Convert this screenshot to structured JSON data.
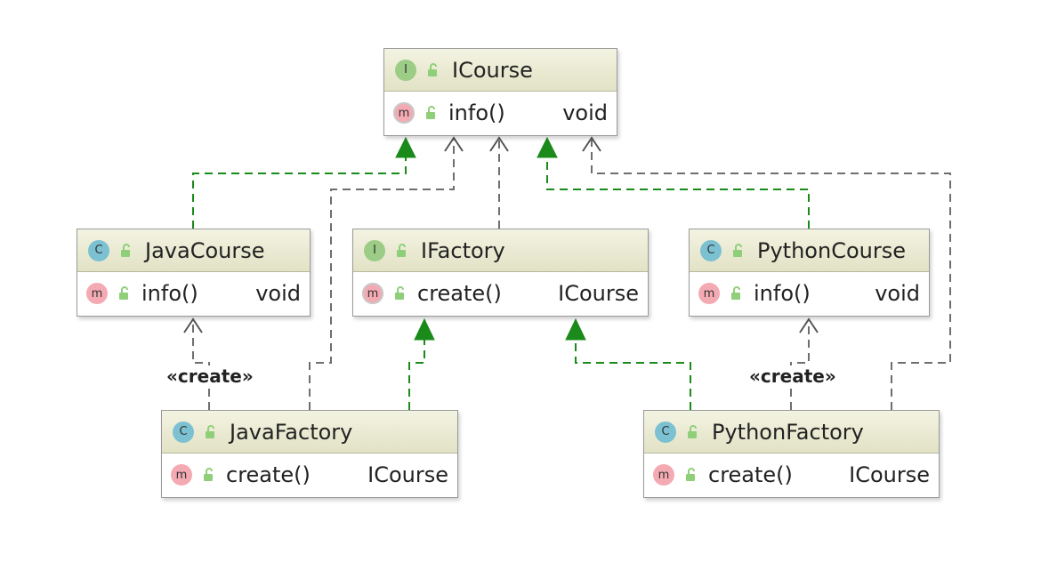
{
  "nodes": {
    "icourse": {
      "kind": "I",
      "name": "ICourse",
      "method": "info()",
      "method_kind": "m",
      "return": "void"
    },
    "javacourse": {
      "kind": "C",
      "name": "JavaCourse",
      "method": "info()",
      "method_kind": "m",
      "return": "void"
    },
    "ifactory": {
      "kind": "I",
      "name": "IFactory",
      "method": "create()",
      "method_kind": "m",
      "return": "ICourse"
    },
    "pythoncourse": {
      "kind": "C",
      "name": "PythonCourse",
      "method": "info()",
      "method_kind": "m",
      "return": "void"
    },
    "javafactory": {
      "kind": "C",
      "name": "JavaFactory",
      "method": "create()",
      "method_kind": "m",
      "return": "ICourse"
    },
    "pythonfactory": {
      "kind": "C",
      "name": "PythonFactory",
      "method": "create()",
      "method_kind": "m",
      "return": "ICourse"
    }
  },
  "stereotypes": {
    "java_create": "«create»",
    "python_create": "«create»"
  },
  "colors": {
    "realization": "#1a8a1a",
    "dependency": "#707070",
    "class_badge": "#7cc1d1",
    "interface_badge": "#9ccc86",
    "method_badge": "#f4aab3"
  },
  "icons": {
    "class_badge": "class-c-icon",
    "interface_badge": "interface-i-icon",
    "method_badge": "method-m-icon",
    "visibility": "public-lock-icon"
  }
}
